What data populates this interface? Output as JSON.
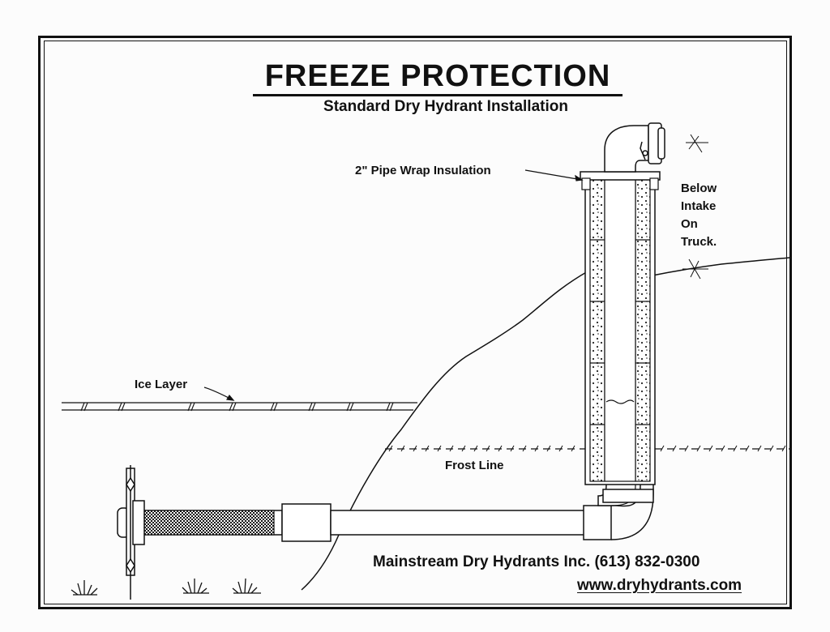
{
  "title": "FREEZE  PROTECTION",
  "subtitle": "Standard Dry Hydrant Installation",
  "labels": {
    "insulation": "2\" Pipe Wrap  Insulation",
    "ice_layer": "Ice  Layer",
    "frost_line": "Frost  Line",
    "below_intake": [
      "Below",
      "Intake",
      "On",
      "Truck."
    ]
  },
  "footer": {
    "company": "Mainstream Dry Hydrants Inc. (613) 832-0300",
    "website": "www.dryhydrants.com"
  },
  "colors": {
    "ink": "#111111",
    "paper": "#fcfcfc"
  }
}
